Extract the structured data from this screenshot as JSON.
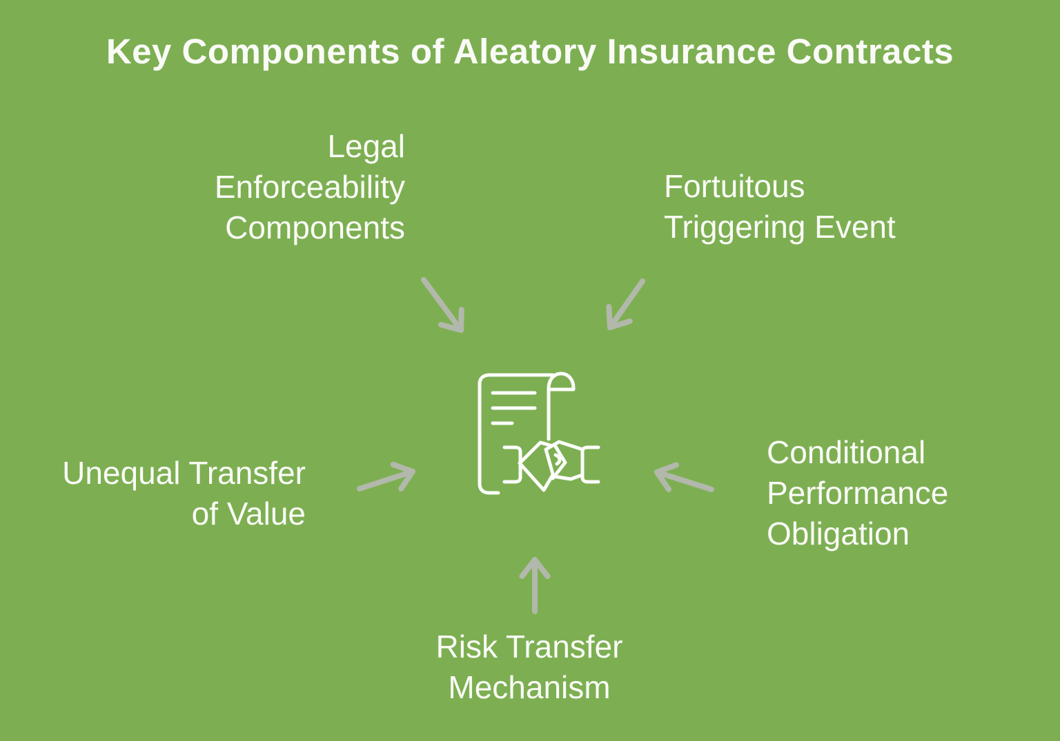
{
  "title": "Key Components of Aleatory Insurance Contracts",
  "colors": {
    "background": "#7daf52",
    "text": "#fafbf7",
    "arrow": "#b2b8ab",
    "icon": "#fcfdfb"
  },
  "center_icon": {
    "name": "contract-handshake-icon"
  },
  "components": [
    {
      "label": "Legal\nEnforceability\nComponents",
      "position": "top-left",
      "arrow_direction": "down-right"
    },
    {
      "label": "Fortuitous\nTriggering Event",
      "position": "top-right",
      "arrow_direction": "down-left"
    },
    {
      "label": "Unequal Transfer\nof Value",
      "position": "left",
      "arrow_direction": "right"
    },
    {
      "label": "Conditional\nPerformance\nObligation",
      "position": "right",
      "arrow_direction": "left"
    },
    {
      "label": "Risk Transfer\nMechanism",
      "position": "bottom",
      "arrow_direction": "up"
    }
  ]
}
